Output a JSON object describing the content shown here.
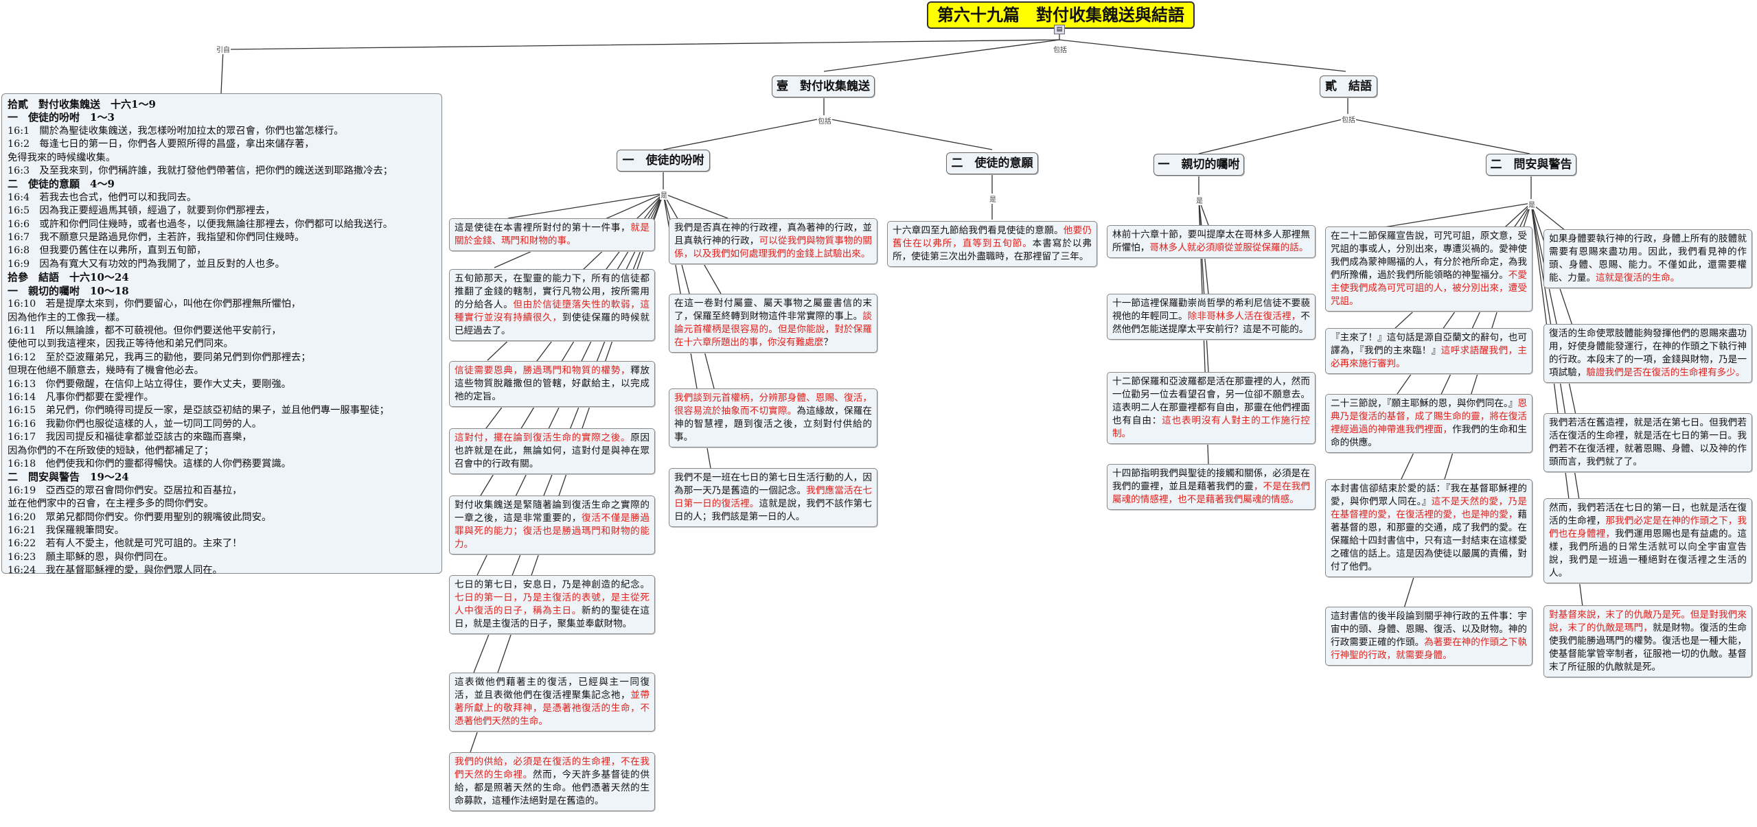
{
  "title": "第六十九篇　對付收集餽送與結語",
  "labels": {
    "yinzi": "引自",
    "baokuo1": "包括",
    "baokuo2": "包括",
    "baokuo3": "包括",
    "shi": "是"
  },
  "outline": [
    {
      "t": "拾貳　對付收集餽送　十六1～9",
      "h": true
    },
    {
      "t": "一　使徒的吩咐　1～3",
      "h": true
    },
    {
      "t": "16:1　關於為聖徒收集餽送，我怎樣吩咐加拉太的眾召會，你們也當怎樣行。"
    },
    {
      "t": "16:2　每逢七日的第一日，你們各人要照所得的昌盛，拿出來儲存著，"
    },
    {
      "t": "免得我來的時候纔收集。"
    },
    {
      "t": "16:3　及至我來到，你們稱許誰，我就打發他們帶著信，把你們的餽送送到耶路撒冷去；"
    },
    {
      "t": "二　使徒的意願　4～9",
      "h": true
    },
    {
      "t": "16:4　若我去也合式，他們可以和我同去。"
    },
    {
      "t": "16:5　因為我正要經過馬其頓，經過了，就要到你們那裡去，"
    },
    {
      "t": "16:6　或許和你們同住幾時，或者也過冬，以便我無論往那裡去，你們都可以給我送行。"
    },
    {
      "t": "16:7　我不願意只是路過見你們，主若許，我指望和你們同住幾時。"
    },
    {
      "t": "16:8　但我要仍舊住在以弗所，直到五旬節，"
    },
    {
      "t": "16:9　因為有寬大又有功效的門為我開了，並且反對的人也多。"
    },
    {
      "t": "拾參　結語　十六10～24",
      "h": true
    },
    {
      "t": "一　親切的囑咐　10～18",
      "h": true
    },
    {
      "t": "16:10　若是提摩太來到，你們要留心，叫他在你們那裡無所懼怕，"
    },
    {
      "t": "因為他作主的工像我一樣。"
    },
    {
      "t": "16:11　所以無論誰，都不可藐視他。但你們要送他平安前行，"
    },
    {
      "t": "使他可以到我這裡來，因我正等待他和弟兄們同來。"
    },
    {
      "t": "16:12　至於亞波羅弟兄，我再三的勸他，要同弟兄們到你們那裡去；"
    },
    {
      "t": "但現在他絕不願意去，幾時有了機會他必去。"
    },
    {
      "t": "16:13　你們要儆醒，在信仰上站立得住，要作大丈夫，要剛強。"
    },
    {
      "t": "16:14　凡事你們都要在愛裡作。"
    },
    {
      "t": "16:15　弟兄們，你們曉得司提反一家，是亞該亞初結的果子，並且他們專一服事聖徒；"
    },
    {
      "t": "16:16　我勸你們也服從這樣的人，並一切同工同勞的人。"
    },
    {
      "t": "16:17　我因司提反和福徒拿都並亞該古的來臨而喜樂，"
    },
    {
      "t": "因為你們的不在所致使的短缺，他們都補足了；"
    },
    {
      "t": "16:18　他們使我和你們的靈都得暢快。這樣的人你們務要賞識。"
    },
    {
      "t": "二　問安與警告　19～24",
      "h": true
    },
    {
      "t": "16:19　亞西亞的眾召會問你們安。亞居拉和百基拉，"
    },
    {
      "t": "並在他們家中的召會，在主裡多多的問你們安。"
    },
    {
      "t": "16:20　眾弟兄都問你們安。你們要用聖別的親嘴彼此問安。"
    },
    {
      "t": "16:21　我保羅親筆問安。"
    },
    {
      "t": "16:22　若有人不愛主，他就是可咒可詛的。主來了！"
    },
    {
      "t": "16:23　願主耶穌的恩，與你們同在。"
    },
    {
      "t": "16:24　我在基督耶穌裡的愛，與你們眾人同在。"
    }
  ],
  "topics": {
    "t1": "壹　對付收集餽送",
    "t2": "貳　結語",
    "s11": "一　使徒的吩咐",
    "s12": "二　使徒的意願",
    "s21": "一　親切的囑咐",
    "s22": "二　問安與警告"
  },
  "boxes": {
    "a1": [
      {
        "t": "這是使徒在本書裡所對付的第十一件事，"
      },
      {
        "t": "就是關於金錢、瑪門和財物的事。",
        "r": true
      }
    ],
    "a2": [
      {
        "t": "五旬節那天，在聖靈的能力下，所有的信徒都推翻了金錢的轄制，實行凡物公用，按所需用的分給各人。"
      },
      {
        "t": "但由於信徒墮落失性的軟弱，這種實行並沒有持續很久，",
        "r": true
      },
      {
        "t": "到使徒保羅的時候就已經過去了。"
      }
    ],
    "a3": [
      {
        "t": "信徒需要恩典，勝過瑪門和物質的權勢，",
        "r": true
      },
      {
        "t": "釋放這些物質脫離撒但的管轄，好獻給主，以完成祂的定旨。"
      }
    ],
    "a4": [
      {
        "t": "這對付，擺在論到復活生命的實際之後。",
        "r": true
      },
      {
        "t": "原因也許就是在此，無論如何，這對付是與神在眾召會中的行政有關。"
      }
    ],
    "a5": [
      {
        "t": "對付收集餽送是緊隨著論到復活生命之實際的一章之後，這是非常重要的，"
      },
      {
        "t": "復活不僅是勝過罪與死的能力；復活也是勝過瑪門和財物的能力。",
        "r": true
      }
    ],
    "a6": [
      {
        "t": "七日的第七日，安息日，乃是神創造的紀念。"
      },
      {
        "t": "七日的第一日，乃是主復活的表號，是主從死人中復活的日子，稱為主日。",
        "r": true
      },
      {
        "t": "新約的聖徒在這日，就是主復活的日子，聚集並奉獻財物。"
      }
    ],
    "a7": [
      {
        "t": "這表徵他們藉著主的復活，已經與主一同復活，並且表徵他們在復活裡聚集記念祂，"
      },
      {
        "t": "並帶著所獻上的敬拜神，是憑著祂復活的生命，不憑著他們天然的生命。",
        "r": true
      }
    ],
    "a8": [
      {
        "t": "我們的供給，必須是在復活的生命裡，不在我們天然的生命裡。",
        "r": true
      },
      {
        "t": "然而，今天許多基督徒的供給，都是照著天然的生命。他們憑著天然的生命募款，這種作法絕對是在舊造的。"
      }
    ],
    "b1": [
      {
        "t": "我們是否真在神的行政裡，真為著神的行政，並且真執行神的行政，"
      },
      {
        "t": "可以從我們與物質事物的關係，以及我們如何處理我們的金錢上試驗出來。",
        "r": true
      }
    ],
    "b2": [
      {
        "t": "在這一卷對付屬靈、屬天事物之屬靈書信的末了，保羅至終轉到財物這件非常實際的事上。"
      },
      {
        "t": "談論元首權柄是很容易的。但是你能說，對於保羅在十六章所題出的事，你沒有難處麼",
        "r": true
      },
      {
        "t": "？"
      }
    ],
    "b3": [
      {
        "t": "我們談到元首權柄，分辨那身體、恩賜、復活，很容易流於抽象而不切實際。",
        "r": true
      },
      {
        "t": "為這緣故，保羅在神的智慧裡，題到復活之後，立刻對付供給的事。"
      }
    ],
    "b4": [
      {
        "t": "我們不是一班在七日的第七日生活行動的人，因為那一天乃是舊造的一個記念。"
      },
      {
        "t": "我們應當活在七日第一日的復活裡。",
        "r": true
      },
      {
        "t": "這就是說，我們不該作第七日的人；我們該是第一日的人。"
      }
    ],
    "c1": [
      {
        "t": "十六章四至九節給我們看見使徒的意願。"
      },
      {
        "t": "他要仍舊住在以弗所，直等到五旬節。",
        "r": true
      },
      {
        "t": "本書寫於以弗所，使徒第三次出外盡職時，在那裡留了三年。"
      }
    ],
    "d1": [
      {
        "t": "林前十六章十節，要叫提摩太在哥林多人那裡無所懼怕，"
      },
      {
        "t": "哥林多人就必須順從並服從保羅的話。",
        "r": true
      }
    ],
    "d2": [
      {
        "t": "十一節這裡保羅勸崇尚哲學的希利尼信徒不要藐視他的年輕同工。"
      },
      {
        "t": "除非哥林多人活在復活裡，",
        "r": true
      },
      {
        "t": "不然他們怎能送提摩太平安前行？這是不可能的。"
      }
    ],
    "d3": [
      {
        "t": "十二節保羅和亞波羅都是活在那靈裡的人，然而一位勸另一位去看望召會，另一位卻不願意去。這表明二人在那靈裡都有自由，那靈在他們裡面也有自由："
      },
      {
        "t": "這也表明沒有人對主的工作施行控制。",
        "r": true
      }
    ],
    "d4": [
      {
        "t": "十四節指明我們與聖徒的接觸和關係，必須是在我們的靈裡，並且是藉著我們的靈"
      },
      {
        "t": "，不是在我們屬魂的情感裡，也不是藉著我們屬魂的情感。",
        "r": true
      }
    ],
    "e1": [
      {
        "t": "在二十二節保羅宣告說，可咒可詛，原文意，受咒詛的事或人，分別出來，專遭災禍的。愛神使我們成為蒙神賜福的人，有分於祂所命定，為我們所豫備，過於我們所能領略的神聖福分。"
      },
      {
        "t": "不愛主使我們成為可咒可詛的人，被分別出來，遭受咒詛。",
        "r": true
      }
    ],
    "e2": [
      {
        "t": "『主來了！』這句話是源自亞蘭文的辭句，也可譯為，『我們的主來臨！』"
      },
      {
        "t": "這呼求語醒我們，主必再來施行審判。",
        "r": true
      }
    ],
    "e3": [
      {
        "t": "二十三節說，『願主耶穌的恩，與你們同在。』"
      },
      {
        "t": "恩典乃是復活的基督，成了賜生命的靈，將在復活裡經過過的神帶進我們裡面，",
        "r": true
      },
      {
        "t": "作我們的生命和生命的供應。"
      }
    ],
    "e4": [
      {
        "t": "本封書信卻結束於愛的話：『我在基督耶穌裡的愛，與你們眾人同在。』"
      },
      {
        "t": "這不是天然的愛，乃是在基督裡的愛，在復活裡的愛，也是神的愛，",
        "r": true
      },
      {
        "t": "藉著基督的恩，和那靈的交通，成了我們的愛。在保羅給十四封書信中，只有這一封結束在這樣愛之確信的話上。這是因為使徒以嚴厲的責備，對付了他們。"
      }
    ],
    "e5": [
      {
        "t": "這封書信的後半段論到關乎神行政的五件事：宇宙中的頭、身體、恩賜、復活、以及財物。神的行政需要正確的作頭。"
      },
      {
        "t": "為著要在神的作頭之下執行神聖的行政，就需要身體。",
        "r": true
      }
    ],
    "f1": [
      {
        "t": "如果身體要執行神的行政，身體上所有的肢體就需要有恩賜來盡功用。因此，我們看見神的作頭、身體、恩賜、能力。不僅如此，還需要權能、力量。"
      },
      {
        "t": "這就是復活的生命。",
        "r": true
      }
    ],
    "f2": [
      {
        "t": "復活的生命使眾肢體能夠發揮他們的恩賜來盡功用，好使身體能發運行，在神的作頭之下執行神的行政。本段末了的一項，金錢與財物，乃是一項試驗，"
      },
      {
        "t": "驗證我們是否在復活的生命裡有多少。",
        "r": true
      }
    ],
    "f3": [
      {
        "t": "我們若活在舊造裡，就是活在第七日。但我們若活在復活的生命裡，就是活在七日的第一日。我們若不在復活裡，就著恩賜、身體、以及神的作頭而言，我們就了了。"
      }
    ],
    "f4": [
      {
        "t": "然而，我們若活在七日的第一日，也就是活在復活的生命裡，"
      },
      {
        "t": "那我們必定是在神的作頭之下，我們也在身體裡，",
        "r": true
      },
      {
        "t": "我們運用恩賜也是有益處的。這樣，我們所過的日常生活就可以向全宇宙宣告說，我們是一班過一種絕對在復活裡之生活的人。"
      }
    ],
    "f5": [
      {
        "t": "對基督來說，末了的仇敵乃是死。但是對我們來說，末了的仇敵是瑪門，",
        "r": true
      },
      {
        "t": "就是財物。復活的生命使我們能勝過瑪門的權勢。復活也是一種大能，使基督能掌管宰制者，征服祂一切的仇敵。基督末了所征服的仇敵就是死。"
      }
    ]
  }
}
